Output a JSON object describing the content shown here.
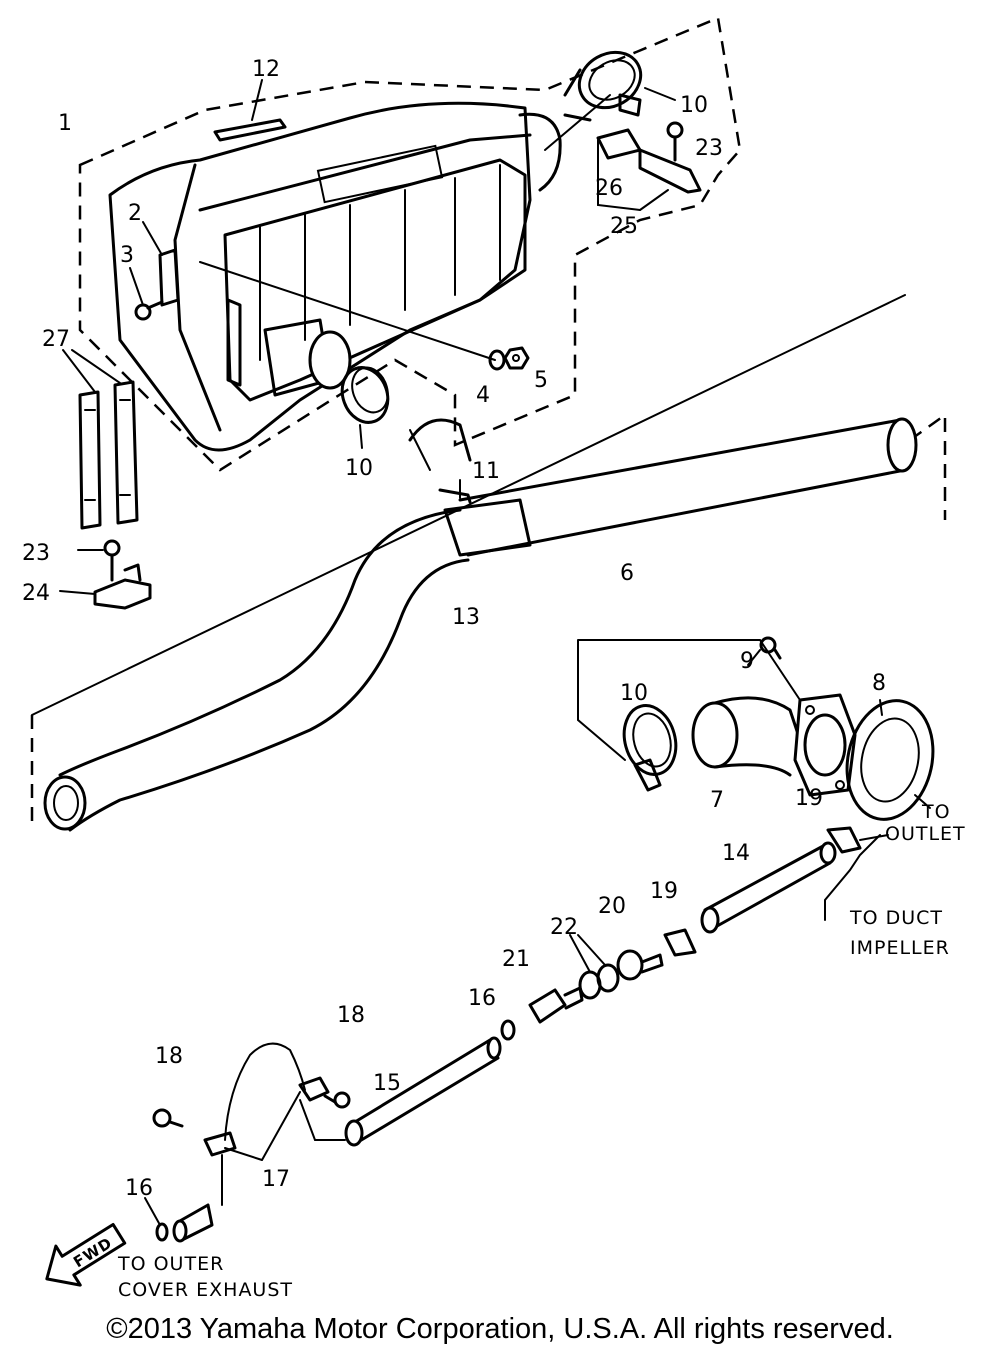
{
  "callouts": {
    "c1": "1",
    "c2": "2",
    "c3": "3",
    "c4": "4",
    "c5": "5",
    "c6": "6",
    "c7": "7",
    "c8": "8",
    "c9": "9",
    "c10a": "10",
    "c10b": "10",
    "c10c": "10",
    "c11": "11",
    "c12": "12",
    "c13": "13",
    "c14": "14",
    "c15": "15",
    "c16a": "16",
    "c16b": "16",
    "c17": "17",
    "c18a": "18",
    "c18b": "18",
    "c19a": "19",
    "c19b": "19",
    "c20": "20",
    "c21": "21",
    "c22": "22",
    "c23a": "23",
    "c23b": "23",
    "c24": "24",
    "c25": "25",
    "c26": "26",
    "c27": "27"
  },
  "notes": {
    "to_outlet_1": "TO",
    "to_outlet_2": "OUTLET",
    "to_duct_1": "TO DUCT",
    "to_duct_2": "IMPELLER",
    "to_outer_1": "TO OUTER",
    "to_outer_2": "COVER EXHAUST",
    "fwd": "FWD"
  },
  "copyright": "©2013 Yamaha Motor Corporation, U.S.A. All rights reserved."
}
